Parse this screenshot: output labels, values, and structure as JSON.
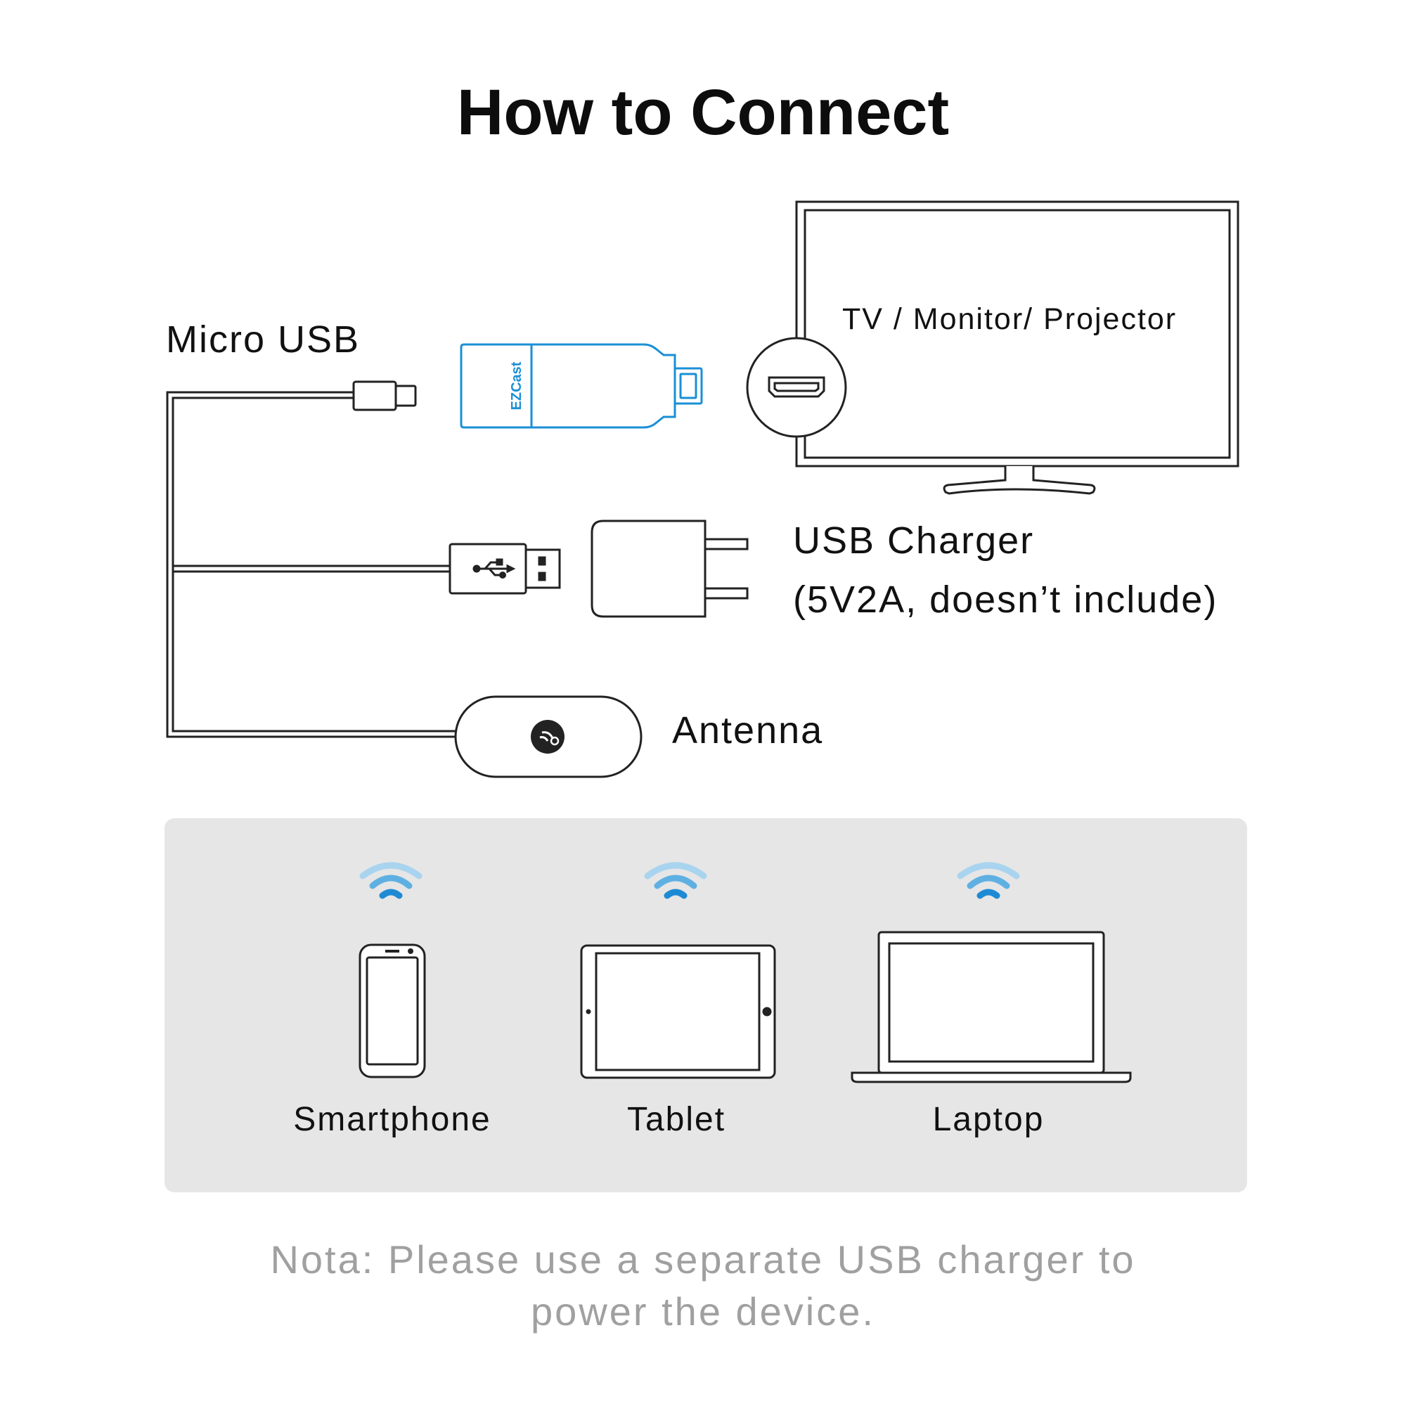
{
  "title": "How to Connect",
  "labels": {
    "micro_usb": "Micro USB",
    "tv": "TV / Monitor/ Projector",
    "charger_line1": "USB Charger",
    "charger_line2": "(5V2A, doesn’t include)",
    "antenna": "Antenna"
  },
  "dongle_brand": "EZCast",
  "devices": [
    {
      "label": "Smartphone",
      "icon": "smartphone-icon"
    },
    {
      "label": "Tablet",
      "icon": "tablet-icon"
    },
    {
      "label": "Laptop",
      "icon": "laptop-icon"
    }
  ],
  "note": {
    "line1": "Nota: Please use a separate USB charger to",
    "line2": "power the device."
  },
  "colors": {
    "dongle_blue": "#1a8fd6",
    "wifi_light": "#a9d4ef",
    "wifi_mid": "#5fb0e2",
    "wifi_dark": "#1f8ad4",
    "panel_bg": "#e6e6e6",
    "note_text": "#a0a0a0"
  }
}
